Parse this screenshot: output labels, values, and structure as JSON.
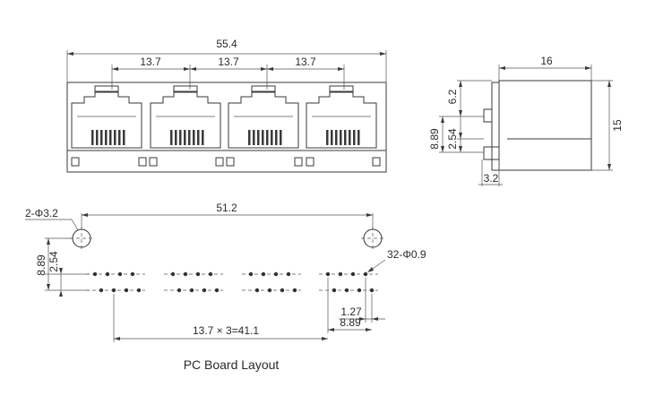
{
  "front_view": {
    "overall_width": "55.4",
    "port_pitch_1": "13.7",
    "port_pitch_2": "13.7",
    "port_pitch_3": "13.7",
    "port_count": 4
  },
  "side_view": {
    "depth": "16",
    "height": "15",
    "dim_a": "6.2",
    "dim_b": "8.89",
    "dim_c": "2.54",
    "dim_d": "3.2"
  },
  "pcb_layout": {
    "mount_holes": "2-Φ3.2",
    "hole_span": "51.2",
    "vert_a": "8.89",
    "vert_b": "2.54",
    "pin_holes": "32-Φ0.9",
    "pin_pitch": "1.27",
    "row_span": "8.89",
    "total_span": "13.7 × 3=41.1",
    "caption": "PC Board Layout"
  }
}
